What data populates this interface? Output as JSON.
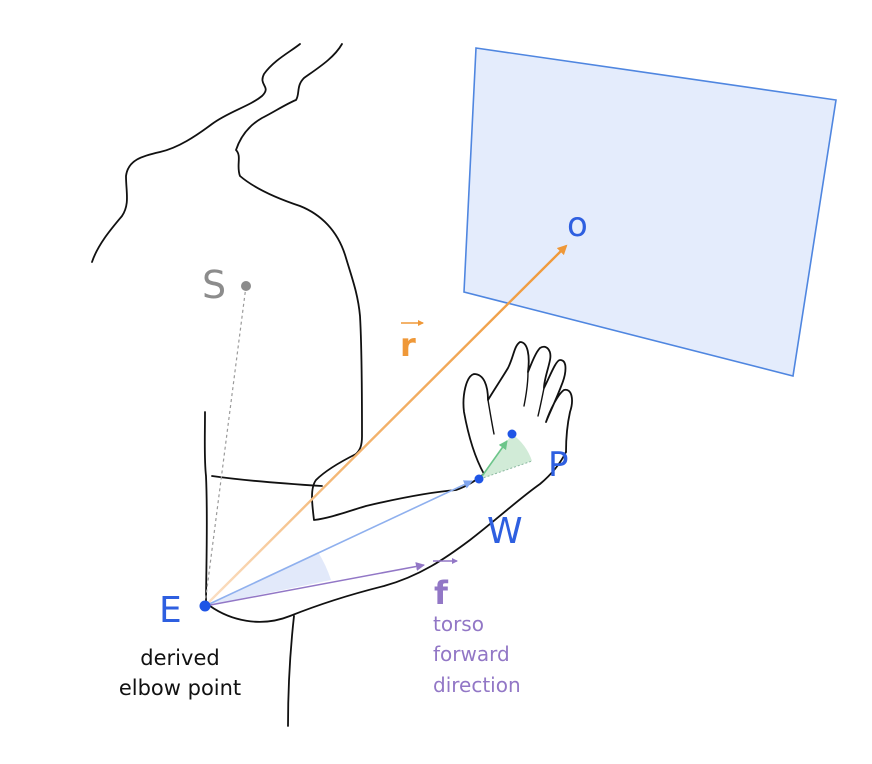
{
  "labels": {
    "shoulder": "S",
    "elbow": "E",
    "wrist": "W",
    "palm": "P",
    "target": "o",
    "ray_vector": "r",
    "forward_vector": "f",
    "elbow_caption_line1": "derived",
    "elbow_caption_line2": "elbow point",
    "forward_caption_line1": "torso",
    "forward_caption_line2": "forward",
    "forward_caption_line3": "direction"
  },
  "colors": {
    "joint_blue": "#1f55e6",
    "label_blue": "#2e5fe0",
    "shoulder_gray": "#8c8c8c",
    "ray_orange": "#f0a04a",
    "forward_purple": "#9277c6",
    "screen_fill": "#e4ecfc",
    "screen_stroke": "#4f86e0",
    "angle_fill": "#dfe7fa",
    "palm_angle_fill": "#cfead5",
    "palm_arrow": "#6cc58a",
    "forearm_arrow": "#8fb0ee",
    "outline": "#111111"
  }
}
